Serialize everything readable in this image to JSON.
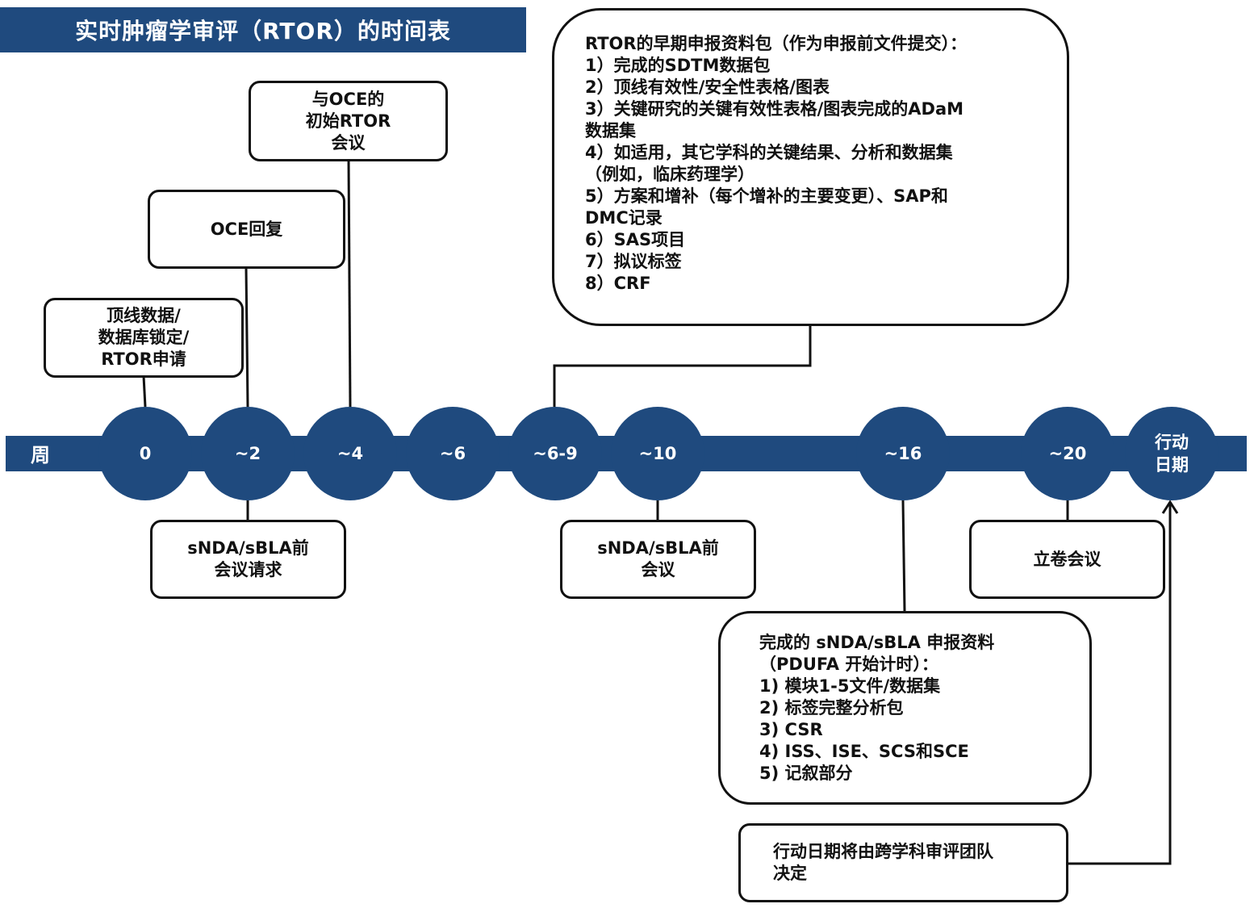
{
  "title": "实时肿瘤学审评（RTOR）的时间表",
  "axis_label": "周",
  "nodes": {
    "n0": "0",
    "n2": "~2",
    "n4": "~4",
    "n6": "~6",
    "n69": "~6-9",
    "n10": "~10",
    "n16": "~16",
    "n20": "~20",
    "action": [
      "行动",
      "日期"
    ]
  },
  "boxes": {
    "topline": [
      "顶线数据/",
      "数据库锁定/",
      "RTOR申请"
    ],
    "oce_reply": [
      "OCE回复"
    ],
    "initial_meeting": [
      "与OCE的",
      "初始RTOR",
      "会议"
    ],
    "early_package": [
      "RTOR的早期申报资料包（作为申报前文件提交）：",
      "1）完成的SDTM数据包",
      "2）顶线有效性/安全性表格/图表",
      "3）关键研究的关键有效性表格/图表完成的ADaM",
      "数据集",
      "4）如适用，其它学科的关键结果、分析和数据集",
      "（例如，临床药理学）",
      "5）方案和增补（每个增补的主要变更）、SAP和",
      "DMC记录",
      "6）SAS项目",
      "7）拟议标签",
      "8）CRF"
    ],
    "pre_meeting_request": [
      "sNDA/sBLA前",
      "会议请求"
    ],
    "pre_meeting": [
      "sNDA/sBLA前",
      "会议"
    ],
    "filing_meeting": [
      "立卷会议"
    ],
    "complete_submission": [
      "完成的 sNDA/sBLA 申报资料",
      "（PDUFA 开始计时）：",
      "1) 模块1-5文件/数据集",
      "2) 标签完整分析包",
      "3) CSR",
      "4) ISS、ISE、SCS和SCE",
      "5) 记叙部分"
    ],
    "action_note": [
      "行动日期将由跨学科审评团队",
      "决定"
    ]
  },
  "colors": {
    "primary": "#1f4a7e",
    "line": "#111111",
    "text_on_primary": "#ffffff"
  }
}
